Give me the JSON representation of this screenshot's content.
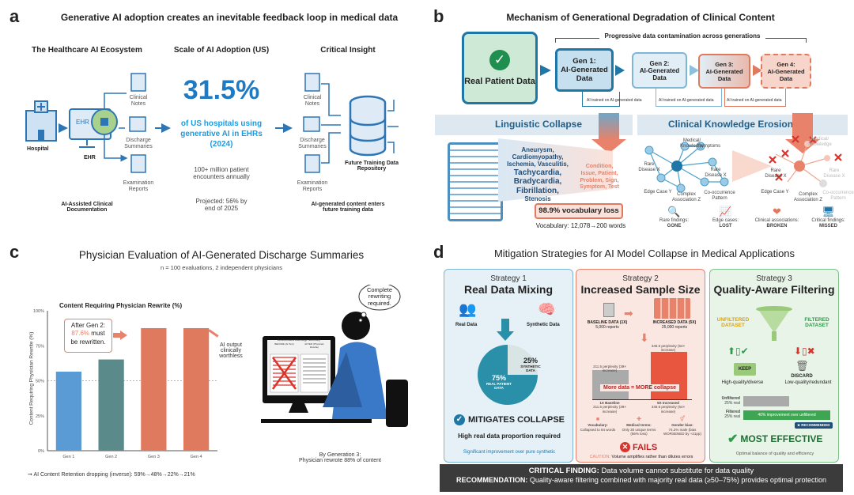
{
  "panel_a": {
    "label": "a",
    "title": "Generative AI adoption creates an inevitable feedback loop in medical data",
    "ecosystem": {
      "heading": "The Healthcare AI Ecosystem",
      "hospital": "Hospital",
      "ehr": "EHR",
      "ehr_screen": "EHR",
      "docs": [
        "Clinical Notes",
        "Discharge Summaries",
        "Examination Reports"
      ],
      "caption": "AI-Assisted Clinical Documentation"
    },
    "scale": {
      "heading": "Scale of AI Adoption (US)",
      "big": "31.5%",
      "desc": "of US hospitals using generative AI in EHRs (2024)",
      "encounters": "100+ million patient encounters annually",
      "projected": "Projected: 56% by end of 2025"
    },
    "insight": {
      "heading": "Critical Insight",
      "docs": [
        "Clinical Notes",
        "Discharge Summaries",
        "Examination Reports"
      ],
      "repo": "Future Training Data Repository",
      "caption": "AI-generated content enters future training data"
    }
  },
  "panel_b": {
    "label": "b",
    "title": "Mechanism of Generational Degradation of Clinical Content",
    "bracket": "Progressive data contamination across generations",
    "real": "Real Patient Data",
    "gens": [
      {
        "title": "Gen 1:",
        "sub": "AI-Generated Data"
      },
      {
        "title": "Gen 2:",
        "sub": "AI-Generated Data"
      },
      {
        "title": "Gen 3:",
        "sub": "AI-Generated Data"
      },
      {
        "title": "Gen 4:",
        "sub": "AI-Generated Data"
      }
    ],
    "loop_label": "AI trained on AI-generated data",
    "linguistic": {
      "heading": "Linguistic Collapse",
      "rich_terms": [
        "Aneurysm,",
        "Cardiomyopathy,",
        "Ischemia, Vasculitis,",
        "Tachycardia,",
        "Bradycardia,",
        "Fibrillation,",
        "Stenosis"
      ],
      "poor_terms": [
        "Condition,",
        "Issue, Patient,",
        "Problem, Sign,",
        "Symptom, Test"
      ],
      "loss": "98.9% vocabulary loss",
      "vocab": "Vocabulary: 12,078→200 words"
    },
    "erosion": {
      "heading": "Clinical Knowledge Erosion",
      "nodes": [
        "Medical/ Knowledge",
        "Symptoms",
        "Rare Disease X",
        "Rare Disease X",
        "Edge Case Y",
        "Complex Association Z",
        "Co-occurrence Pattern"
      ],
      "faded_nodes": [
        "Medical/ Knowledge",
        "Rare Disease X",
        "Rare Disease X",
        "Edge Case Y",
        "Complex Association Z",
        "Co-occurrence Pattern"
      ],
      "outcomes": [
        {
          "label": "Rare findings:",
          "status": "GONE"
        },
        {
          "label": "Edge cases:",
          "status": "LOST"
        },
        {
          "label": "Clinical associations:",
          "status": "BROKEN"
        },
        {
          "label": "Critical findings:",
          "status": "MISSED"
        }
      ]
    }
  },
  "panel_c": {
    "label": "c",
    "title": "Physician Evaluation of AI-Generated Discharge Summaries",
    "subtitle": "n = 100 evaluations, 2 independent physicians",
    "callout": {
      "line1": "After Gen 2:",
      "value": "87.6%",
      "line2": "must",
      "line3": "be rewritten."
    },
    "annotation": "AI output clinically worthless",
    "retention": "AI Content Retention dropping (inverse): 59%→48%→22%→21%",
    "thought": "Complete rewriting required.",
    "screen_title": "AI-Generated Discharge Summary",
    "screen_before": "BEFORE (AI Text)",
    "screen_after": "AFTER (Physician Rewrite)",
    "caption1": "By Generation 3:",
    "caption2": "Physician rewrote 88% of content"
  },
  "chart_data": {
    "type": "bar",
    "title": "Content Requiring Physician Rewrite (%)",
    "xlabel": "",
    "ylabel": "Content Requiring Physician Rewrite (%)",
    "categories": [
      "Gen 1",
      "Gen 2",
      "Gen 3",
      "Gen 4"
    ],
    "values": [
      56.5,
      65.2,
      87.6,
      87.6
    ],
    "colors": [
      "#5b9bd5",
      "#5a8a8a",
      "#e07a5f",
      "#e07a5f"
    ],
    "ylim": [
      0,
      100
    ],
    "yticks": [
      "0%",
      "25%",
      "50%",
      "75%",
      "100%"
    ],
    "reference_line": 50,
    "grid": false
  },
  "panel_d": {
    "label": "d",
    "title": "Mitigation Strategies for AI Model Collapse in Medical Applications",
    "s1": {
      "num": "Strategy 1",
      "name": "Real Data Mixing",
      "real": "Real Data",
      "synthetic": "Synthetic Data",
      "pie_real": "75%",
      "pie_real_label": "REAL PATIENT DATA",
      "pie_syn": "25%",
      "pie_syn_label": "SYNTHETIC DATA",
      "pie_real_value": 75,
      "verdict": "MITIGATES COLLAPSE",
      "req": "High real data proportion required",
      "foot": "Significant improvement over pure synthetic"
    },
    "s2": {
      "num": "Strategy 2",
      "name": "Increased Sample Size",
      "base": "BASELINE DATA (1X)",
      "base_n": "5,000 reports",
      "inc": "INCREASED DATA (5X)",
      "inc_n": "25,000 reports",
      "bar1_top": "211.5 perplexity (39× increase)",
      "bar2_top": "346.6 perplexity (64× increase)",
      "bar1_value": 211.5,
      "bar2_value": 346.6,
      "overlay": "More data = MORE collapse",
      "bar1_label": "1X Baseline",
      "bar1_sub": "211.5 perplexity (39× increase)",
      "bar2_label": "5X Increased",
      "bar2_sub": "346.6 perplexity (64× increase)",
      "facts": [
        {
          "h": "Vocabulary:",
          "t": "Collapsed to 84 words"
        },
        {
          "h": "Medical terms:",
          "t": "Only 30 unique terms (56% loss)"
        },
        {
          "h": "Gender bias:",
          "t": "74.2% male (bias WORSENED by +21pp)"
        }
      ],
      "verdict": "FAILS",
      "caution": "CAUTION:",
      "foot": "Volume amplifies rather than dilutes errors"
    },
    "s3": {
      "num": "Strategy 3",
      "name": "Quality-Aware Filtering",
      "unfiltered": "UNFILTERED DATASET",
      "filtered": "FILTERED DATASET",
      "keep": "KEEP",
      "keep_desc": "High-quality/diverse",
      "discard": "DISCARD",
      "discard_desc": "Low-quality/redundant",
      "row1": "Unfiltered",
      "row1_sub": "25% real",
      "row2": "Filtered",
      "row2_sub": "25% real",
      "bar_text": "40% improvement over unfiltered",
      "badge": "★ RECOMMENDED",
      "verdict": "MOST EFFECTIVE",
      "foot": "Optimal balance of quality and efficiency"
    },
    "banner": {
      "k1": "CRITICAL FINDING:",
      "t1": "Data volume cannot substitute for data quality",
      "k2": "RECOMMENDATION:",
      "t2": "Quality-aware filtering combined with majority real data (≥50–75%) provides optimal protection"
    }
  }
}
